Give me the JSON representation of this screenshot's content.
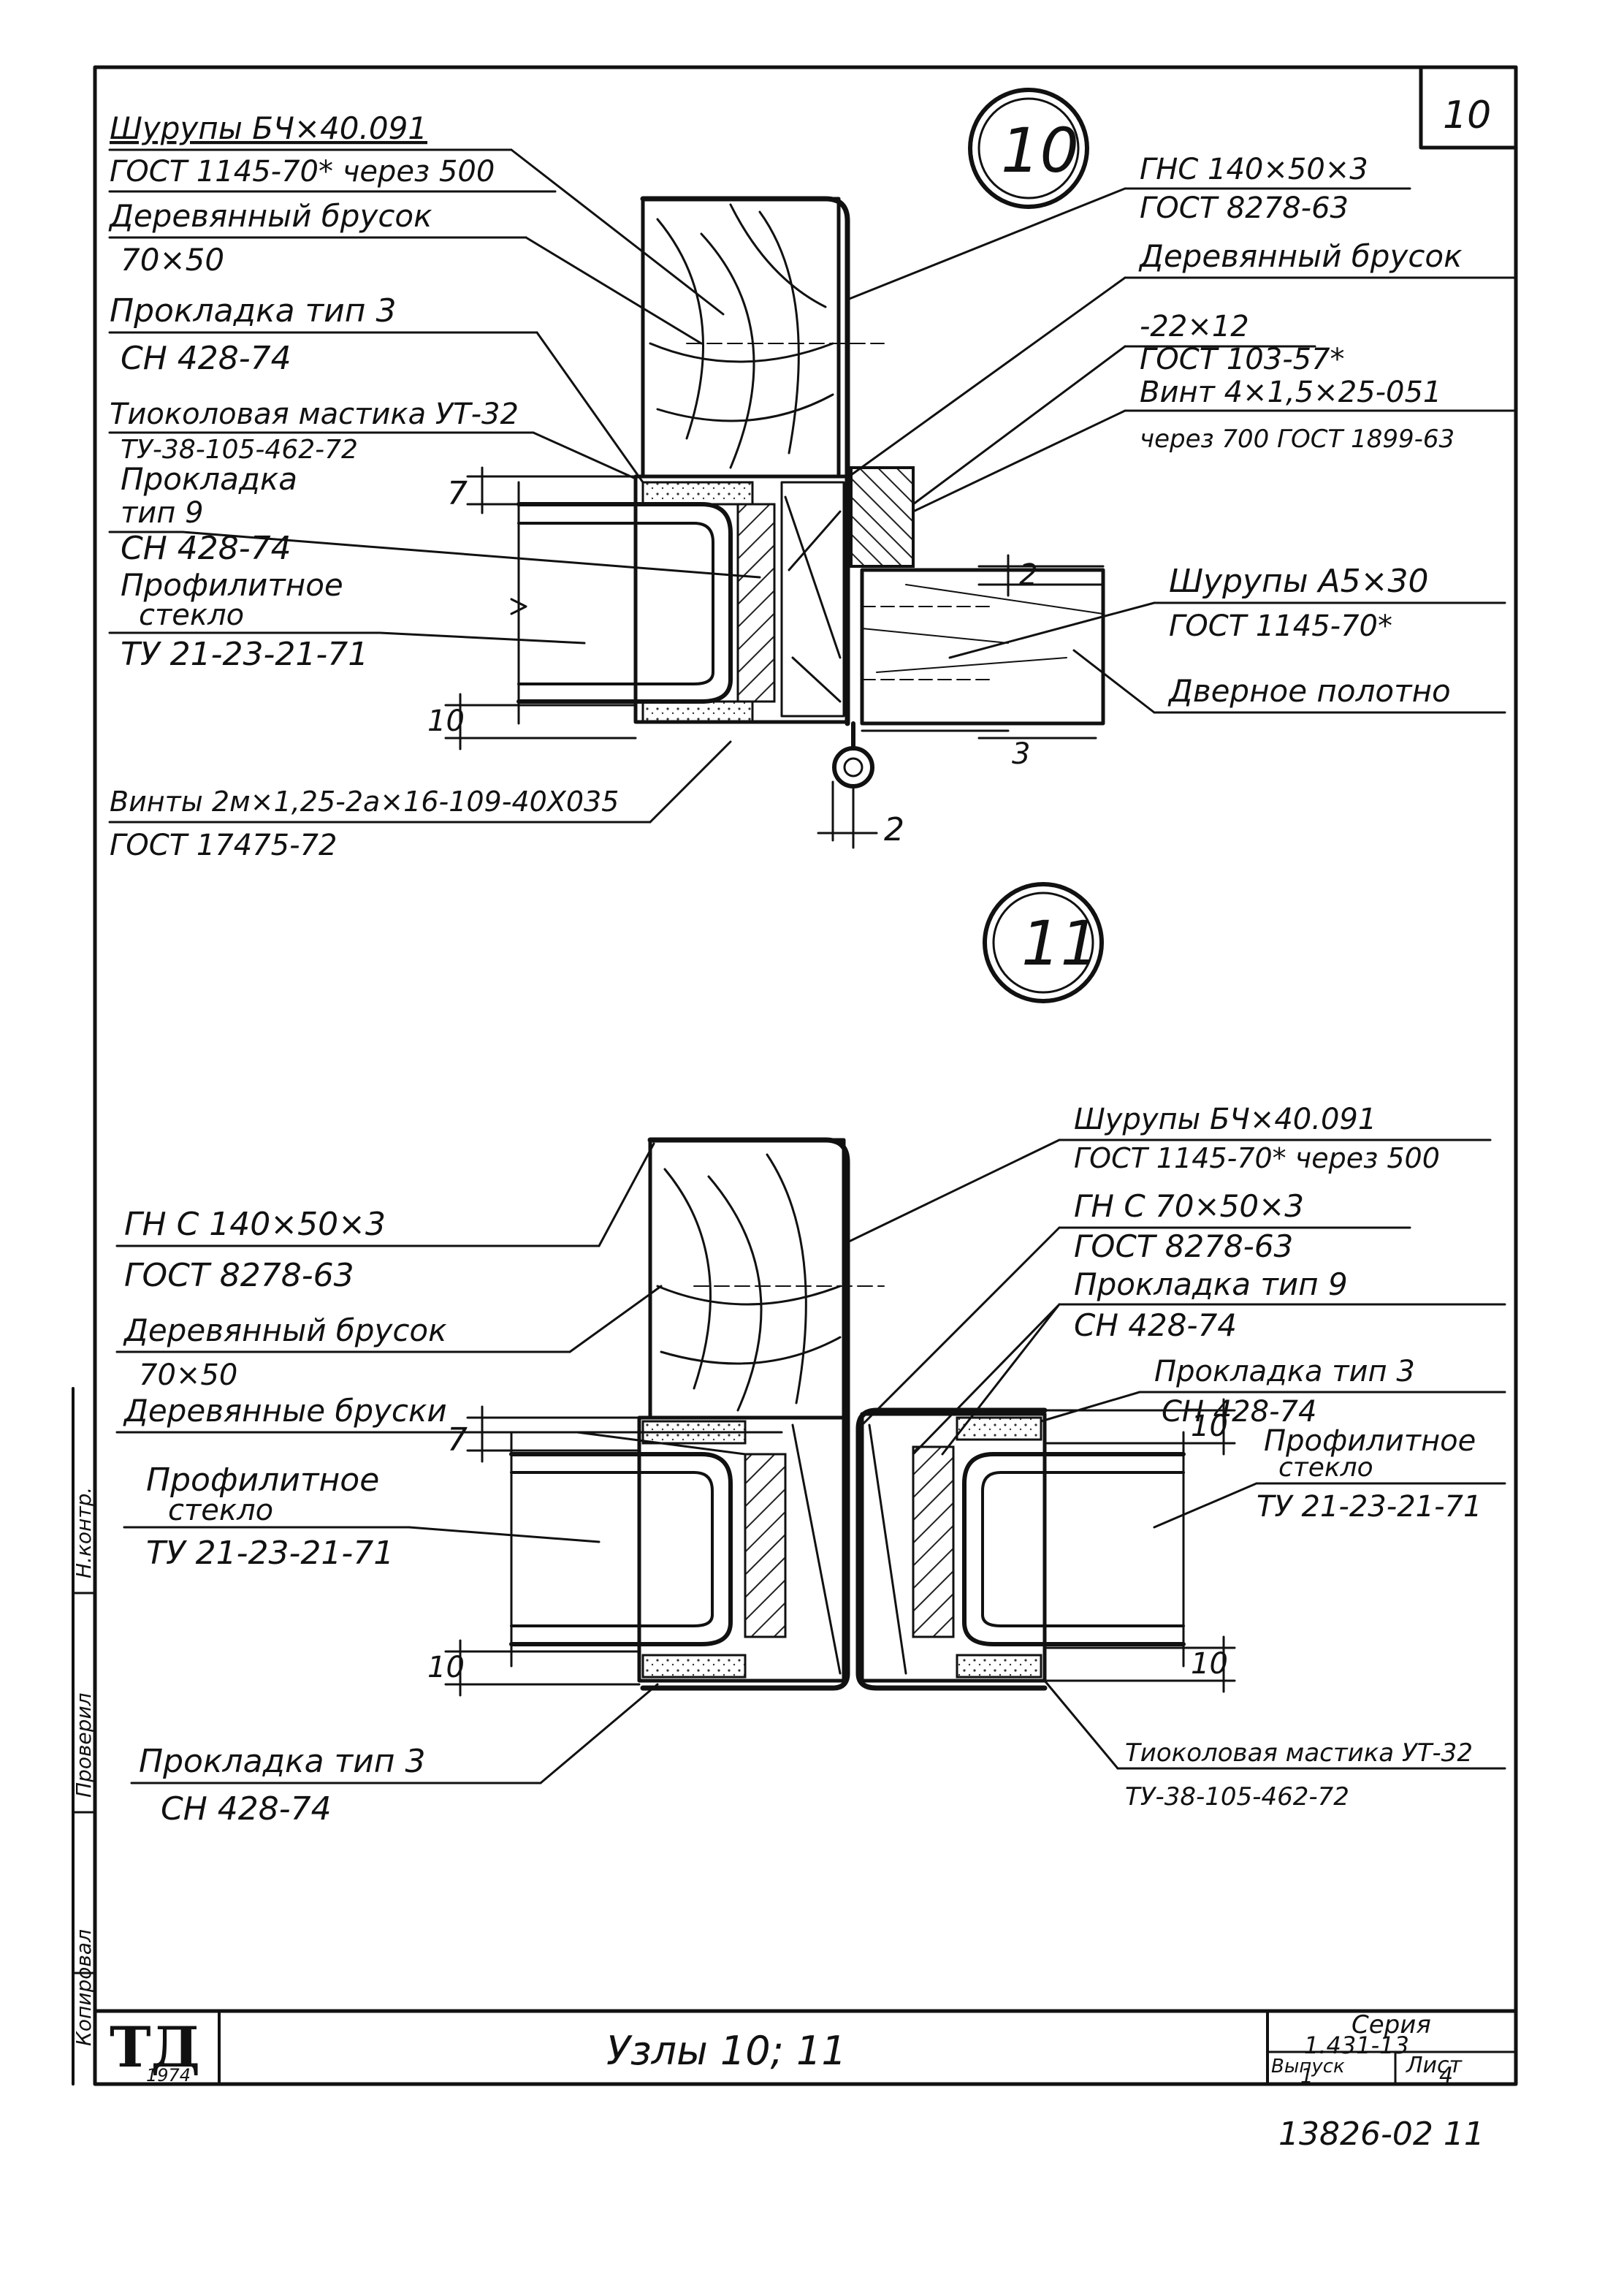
{
  "sheet_number": "10",
  "node_top": {
    "number": "10",
    "labels": {
      "screws_1": "Шурупы БЧ×40.091",
      "screws_1_gost": "ГОСТ 1145-70* через 500",
      "bar": "Деревянный брусок",
      "bar_size": "70×50",
      "gasket3": "Прокладка тип 3",
      "gasket3_sn": "СН 428-74",
      "mastic": "Тиоколовая мастика УТ-32",
      "mastic_tu": "ТУ-38-105-462-72",
      "gasket9_a": "Прокладка",
      "gasket9_b": "тип 9",
      "gasket9_sn": "СН 428-74",
      "glass_a": "Профилитное",
      "glass_b": "стекло",
      "glass_tu": "ТУ 21-23-21-71",
      "screws_2": "Винты 2м×1,25-2а×16-109-40Х035",
      "screws_2_gost": "ГОСТ 17475-72",
      "channel": "ГНС 140×50×3",
      "channel_gost": "ГОСТ 8278-63",
      "bar_r": "Деревянный брусок",
      "strip": "-22×12",
      "strip_gost": "ГОСТ 103-57*",
      "bolt": "Винт 4×1,5×25-051",
      "bolt_gost": "через 700 ГОСТ 1899-63",
      "screws_3": "Шурупы А5×30",
      "screws_3_gost": "ГОСТ 1145-70*",
      "door": "Дверное полотно"
    },
    "dims": {
      "d7": "7",
      "d10": "10",
      "d2a": "2",
      "d3": "3",
      "d2b": "2"
    }
  },
  "node_bottom": {
    "number": "11",
    "labels": {
      "screws_1": "Шурупы БЧ×40.091",
      "screws_1_gost": "ГОСТ 1145-70* через 500",
      "channel_l": "ГН С 140×50×3",
      "channel_l_gost": "ГОСТ 8278-63",
      "bar": "Деревянный брусок",
      "bar_size": "70×50",
      "bars": "Деревянные бруски",
      "channel_r": "ГН С 70×50×3",
      "channel_r_gost": "ГОСТ 8278-63",
      "gasket9": "Прокладка тип 9",
      "gasket9_sn": "СН 428-74",
      "gasket3_r": "Прокладка тип 3",
      "gasket3_r_sn": "СН 428-74",
      "glass_l_a": "Профилитное",
      "glass_l_b": "стекло",
      "glass_l_tu": "ТУ 21-23-21-71",
      "glass_r_a": "Профилитное",
      "glass_r_b": "стекло",
      "glass_r_tu": "ТУ 21-23-21-71",
      "gasket3_l": "Прокладка тип 3",
      "gasket3_l_sn": "СН 428-74",
      "mastic": "Тиоколовая мастика УТ-32",
      "mastic_tu": "ТУ-38-105-462-72"
    },
    "dims": {
      "d7": "7",
      "d10_l": "10",
      "d10_r1": "10",
      "d10_r2": "10"
    }
  },
  "title_block": {
    "logo": "ТД",
    "year": "1974",
    "title": "Узлы 10; 11",
    "series_label": "Серия",
    "series_value": "1.431-13",
    "issue_label": "Выпуск",
    "issue_value": "1",
    "sheet_label": "Лист",
    "sheet_value": "4"
  },
  "side_stamp": {
    "a": "Копировал",
    "b": "Проверил",
    "c": "Н.контр."
  },
  "footer_code": "13826-02 11"
}
